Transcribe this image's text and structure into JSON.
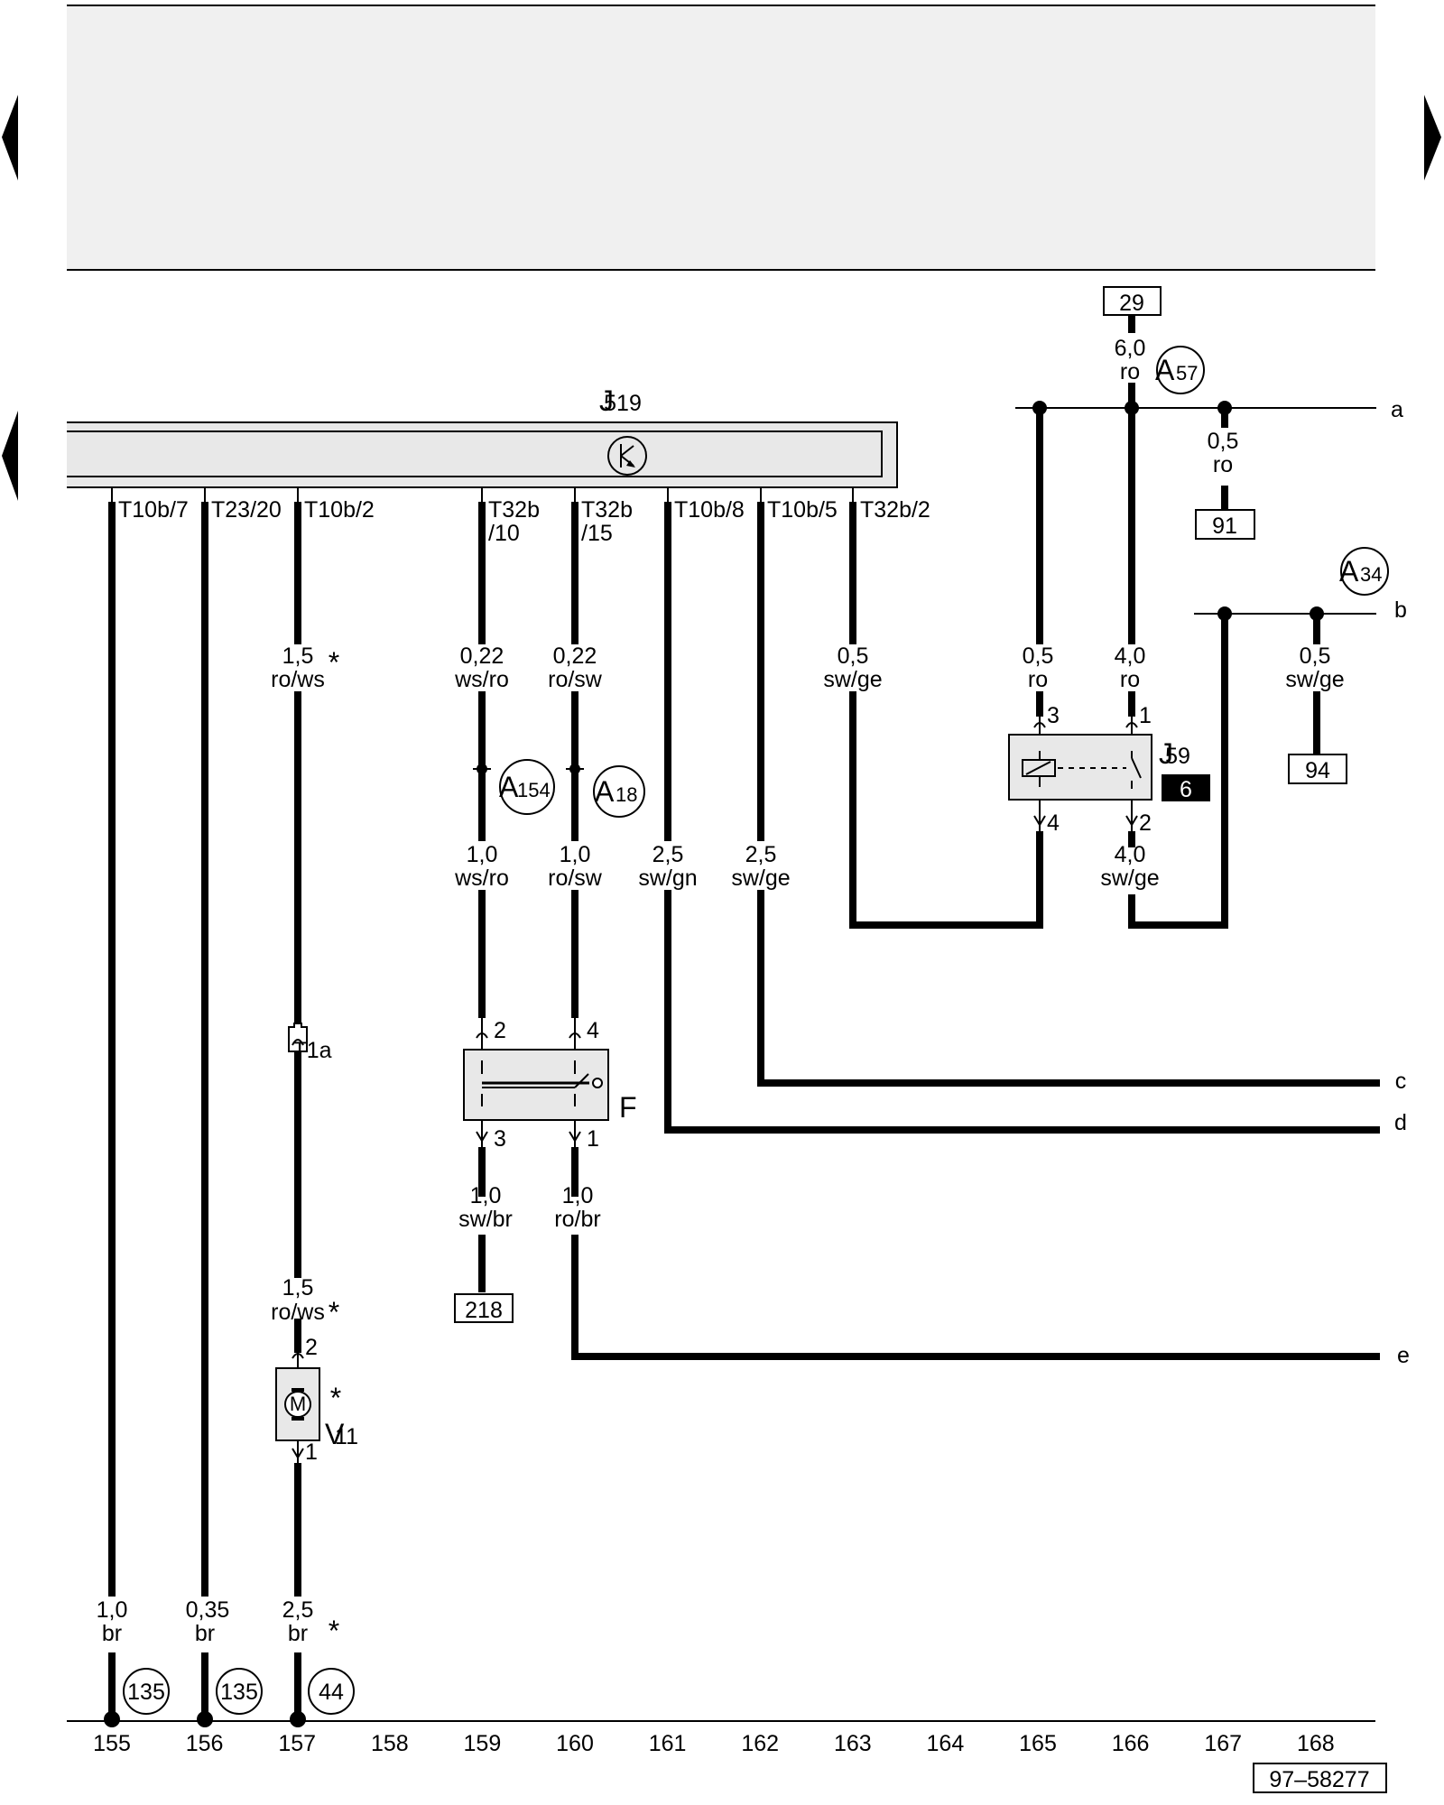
{
  "navigation": {
    "prev_icon": "triangle-left-icon",
    "next_icon": "triangle-right-icon"
  },
  "components": {
    "J519": {
      "letter": "J",
      "number": "519"
    },
    "J59": {
      "letter": "J",
      "number": "59",
      "badge": "6"
    },
    "F": {
      "label": "F"
    },
    "V11": {
      "letter": "V",
      "number": "11",
      "star": "*",
      "motor": "M"
    },
    "T1a": {
      "label": "T1a"
    }
  },
  "connector_pins": {
    "p155": "T10b/7",
    "p156": "T23/20",
    "p157": "T10b/2",
    "p159_a": "T32b",
    "p159_b": "/10",
    "p160_a": "T32b",
    "p160_b": "/15",
    "p161": "T10b/8",
    "p162": "T10b/5",
    "p163": "T32b/2"
  },
  "wires": {
    "w157_top": {
      "size": "1,5",
      "color": "ro/ws",
      "star": "*"
    },
    "w157_mid": {
      "size": "1,5",
      "color": "ro/ws",
      "star": "*"
    },
    "w157_bot": {
      "size": "2,5",
      "color": "br",
      "star": "*"
    },
    "w155_bot": {
      "size": "1,0",
      "color": "br"
    },
    "w156_bot": {
      "size": "0,35",
      "color": "br"
    },
    "w159_top": {
      "size": "0,22",
      "color": "ws/ro"
    },
    "w160_top": {
      "size": "0,22",
      "color": "ro/sw"
    },
    "w159_mid": {
      "size": "1,0",
      "color": "ws/ro"
    },
    "w160_mid": {
      "size": "1,0",
      "color": "ro/sw"
    },
    "w159_bot": {
      "size": "1,0",
      "color": "sw/br"
    },
    "w160_bot": {
      "size": "1,0",
      "color": "ro/br"
    },
    "w161": {
      "size": "2,5",
      "color": "sw/gn"
    },
    "w162": {
      "size": "2,5",
      "color": "sw/ge"
    },
    "w163": {
      "size": "0,5",
      "color": "sw/ge"
    },
    "w165_top": {
      "size": "0,5",
      "color": "ro"
    },
    "w166_top": {
      "size": "4,0",
      "color": "ro"
    },
    "w166_feed": {
      "size": "6,0",
      "color": "ro"
    },
    "w167": {
      "size": "0,5",
      "color": "ro"
    },
    "w166_bot": {
      "size": "4,0",
      "color": "sw/ge"
    },
    "w168": {
      "size": "0,5",
      "color": "sw/ge"
    }
  },
  "connections": {
    "A57": {
      "letter": "A",
      "number": "57"
    },
    "A34": {
      "letter": "A",
      "number": "34"
    },
    "A154": {
      "letter": "A",
      "number": "154"
    },
    "A18": {
      "letter": "A",
      "number": "18"
    },
    "c135a": "135",
    "c135b": "135",
    "c44": "44"
  },
  "references": {
    "r29": "29",
    "r91": "91",
    "r94": "94",
    "r218": "218"
  },
  "relay_pins": {
    "p3": "3",
    "p1": "1",
    "p4": "4",
    "p2": "2"
  },
  "switch_pins": {
    "p2": "2",
    "p4": "4",
    "p3": "3",
    "p1": "1"
  },
  "motor_pins": {
    "p2": "2",
    "p1": "1"
  },
  "line_letters": {
    "a": "a",
    "b": "b",
    "c": "c",
    "d": "d",
    "e": "e"
  },
  "grid_numbers": [
    "155",
    "156",
    "157",
    "158",
    "159",
    "160",
    "161",
    "162",
    "163",
    "164",
    "165",
    "166",
    "167",
    "168"
  ],
  "figure_id": "97–58277",
  "colors": {
    "wire": "#000000",
    "panel": "#f0f0f0",
    "component_fill": "#e8e8e8"
  }
}
